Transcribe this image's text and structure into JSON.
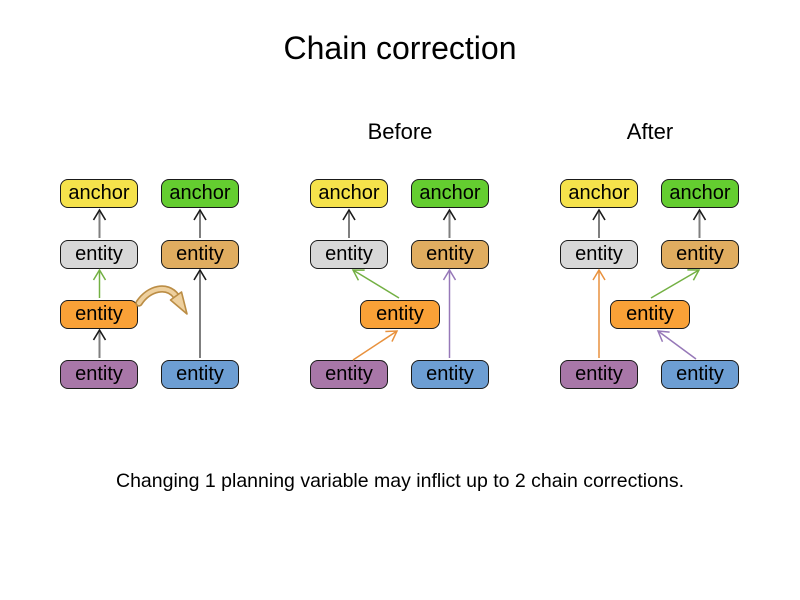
{
  "title": "Chain correction",
  "section_labels": {
    "before": "Before",
    "after": "After"
  },
  "caption": "Changing 1 planning variable may inflict up to 2 chain corrections.",
  "box_labels": {
    "anchor": "anchor",
    "entity": "entity"
  },
  "colors": {
    "anchor_yellow": "#f5e24b",
    "anchor_green": "#64cd30",
    "entity_gray": "#d8d8d8",
    "entity_orange": "#f9a137",
    "entity_tan": "#e0ad60",
    "entity_purple": "#a877a8",
    "entity_blue": "#6d9ed3",
    "box_border": "#1a1a1a",
    "arrow_stem_gray": "#7f7f7f",
    "arrow_head_black": "#1a1a1a",
    "arrow_green": "#73b043",
    "arrow_orange": "#e8913d",
    "arrow_purple": "#9678b8",
    "move_arrow_fill": "#eed09e",
    "move_arrow_outline": "#bb8d45",
    "text": "#000000"
  }
}
